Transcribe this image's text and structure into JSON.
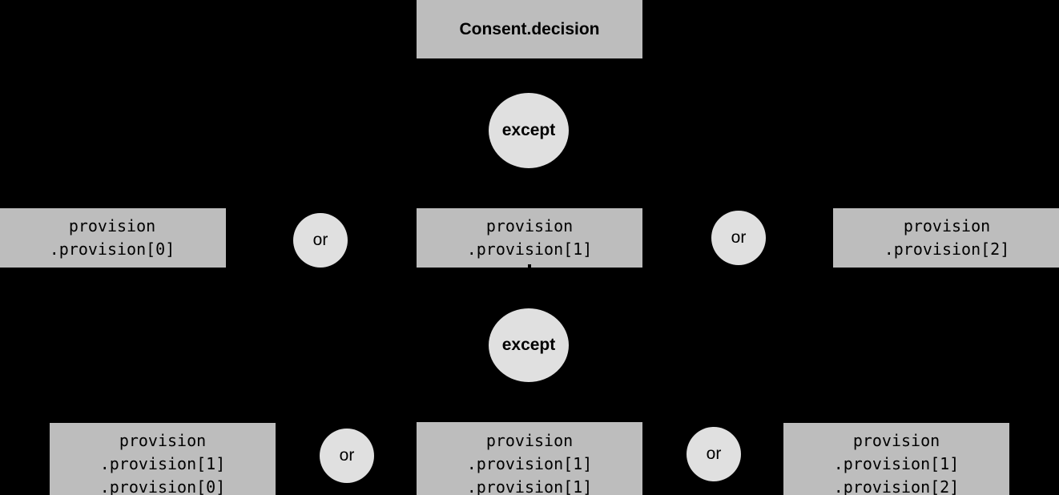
{
  "diagram": {
    "title": "Consent.decision",
    "background_color": "#000000",
    "box_color": "#bdbdbd",
    "ellipse_color": "#e0e0e0",
    "text_color": "#000000",
    "type": "tree"
  },
  "nodes": {
    "root": {
      "label": "Consent.decision",
      "shape": "rect"
    },
    "operator_except_1": {
      "label": "except",
      "shape": "ellipse"
    },
    "operator_except_2": {
      "label": "except",
      "shape": "ellipse"
    },
    "row1": [
      {
        "lines": [
          "provision",
          ".provision[0]"
        ],
        "shape": "rect",
        "name": "provision-0"
      },
      {
        "label": "or",
        "shape": "ellipse",
        "name": "operator-or"
      },
      {
        "lines": [
          "provision",
          ".provision[1]"
        ],
        "shape": "rect",
        "name": "provision-1"
      },
      {
        "label": "or",
        "shape": "ellipse",
        "name": "operator-or"
      },
      {
        "lines": [
          "provision",
          ".provision[2]"
        ],
        "shape": "rect",
        "name": "provision-2"
      }
    ],
    "row2": [
      {
        "lines": [
          "provision",
          ".provision[1]",
          ".provision[0]"
        ],
        "shape": "rect",
        "name": "provision-1-0"
      },
      {
        "label": "or",
        "shape": "ellipse",
        "name": "operator-or"
      },
      {
        "lines": [
          "provision",
          ".provision[1]",
          ".provision[1]"
        ],
        "shape": "rect",
        "name": "provision-1-1"
      },
      {
        "label": "or",
        "shape": "ellipse",
        "name": "operator-or"
      },
      {
        "lines": [
          "provision",
          ".provision[1]",
          ".provision[2]"
        ],
        "shape": "rect",
        "name": "provision-1-2"
      }
    ]
  }
}
